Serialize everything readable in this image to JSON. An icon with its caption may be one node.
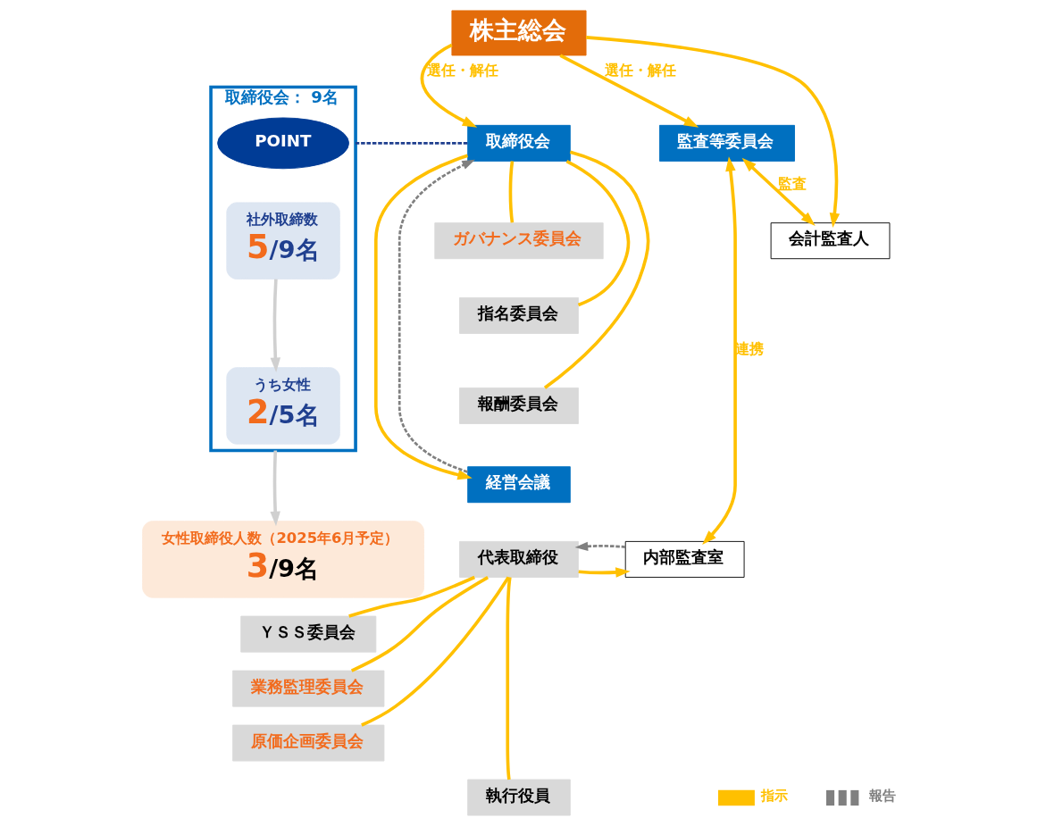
{
  "diagram": {
    "nodes": [
      {
        "text": [
          "株主総会"
        ]
      },
      {
        "text": [
          "取締役会"
        ]
      },
      {
        "text": [
          "監査等委員会"
        ]
      },
      {
        "text": [
          "ガバナンス委員会"
        ]
      },
      {
        "text": [
          "指名委員会"
        ]
      },
      {
        "text": [
          "報酬委員会"
        ]
      },
      {
        "text": [
          "会計監査人"
        ]
      },
      {
        "text": [
          "経営会議"
        ]
      },
      {
        "text": [
          "代表取締役"
        ]
      },
      {
        "text": [
          "内部監査室"
        ]
      },
      {
        "text": [
          "ＹＳＳ委員会"
        ]
      },
      {
        "text": [
          "業務監理委員会"
        ]
      },
      {
        "text": [
          "原価企画委員会"
        ]
      },
      {
        "text": [
          "執行役員"
        ]
      },
      {
        "text": [
          "取締役会： 9名"
        ]
      },
      {
        "text": [
          "POINT"
        ],
        "in": 14
      },
      {
        "text": [
          "社外取締数",
          "5/9名"
        ],
        "in": 14
      },
      {
        "text": [
          "うち女性",
          "2/5名"
        ],
        "in": 14
      },
      {
        "text": [
          "女性取締役人数（2025年6月予定）",
          "3/9名"
        ]
      }
    ],
    "edges": [
      {
        "from": 0,
        "to": 1,
        "arrow": "to",
        "label": "選任・解任"
      },
      {
        "from": 0,
        "to": 2,
        "arrow": "to",
        "label": "選任・解任"
      },
      {
        "from": 0,
        "to": 6,
        "arrow": "to"
      },
      {
        "from": 1,
        "to": 3,
        "arrow": "none"
      },
      {
        "from": 1,
        "to": 4,
        "arrow": "none"
      },
      {
        "from": 1,
        "to": 5,
        "arrow": "none"
      },
      {
        "from": 1,
        "to": 7,
        "arrow": "to"
      },
      {
        "from": 7,
        "to": 1,
        "arrow": "to",
        "style": "dashed",
        "color": "#808080"
      },
      {
        "from": 2,
        "to": 6,
        "arrow": "both",
        "label": "監査"
      },
      {
        "from": 2,
        "to": 9,
        "arrow": "both",
        "label": "連携"
      },
      {
        "from": 8,
        "to": 9,
        "arrow": "to"
      },
      {
        "from": 9,
        "to": 8,
        "arrow": "to",
        "style": "dashed",
        "color": "#808080"
      },
      {
        "from": 8,
        "to": 10,
        "arrow": "none"
      },
      {
        "from": 8,
        "to": 11,
        "arrow": "none"
      },
      {
        "from": 8,
        "to": 12,
        "arrow": "none"
      },
      {
        "from": 8,
        "to": 13,
        "arrow": "none"
      },
      {
        "from": 1,
        "to": 14,
        "arrow": "none",
        "style": "dashed",
        "color": "#1f3f8f"
      },
      {
        "from": 16,
        "to": 17,
        "arrow": "to",
        "color": "#d0d0d0"
      },
      {
        "from": 14,
        "to": 18,
        "arrow": "to",
        "color": "#d0d0d0"
      }
    ],
    "legend": [
      {
        "text": "指示"
      },
      {
        "text": "報告"
      }
    ]
  }
}
